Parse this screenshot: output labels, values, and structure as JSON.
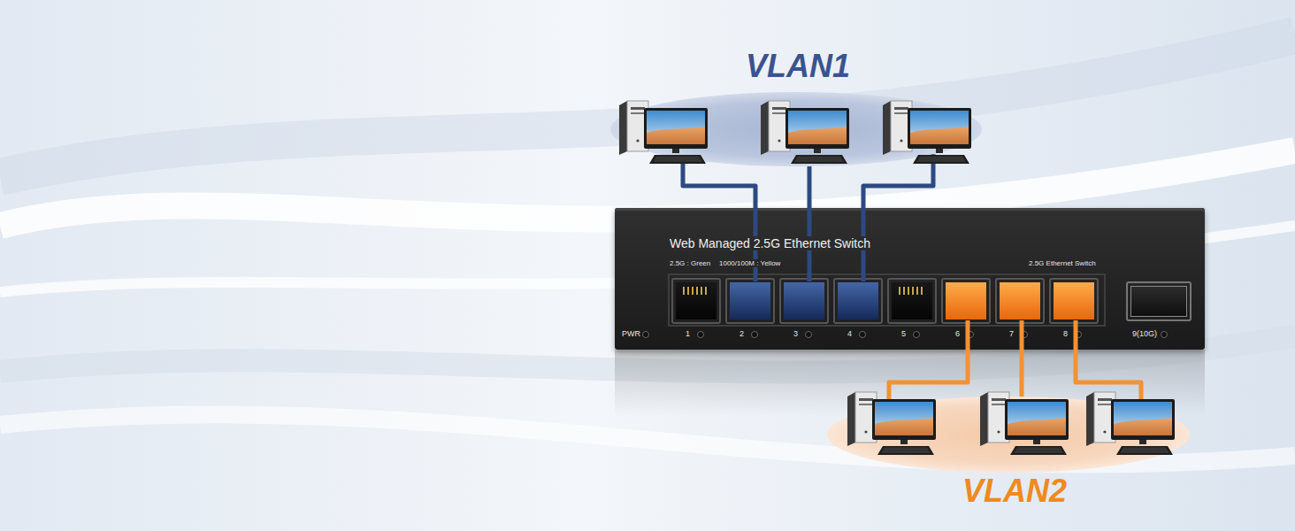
{
  "diagram": {
    "nodes": [
      {
        "text": [
          "VLAN1"
        ]
      },
      {
        "text": [
          "Web Managed 2.5G Ethernet Switch",
          "2.5G : Green",
          "1000/100M : Yellow",
          "2.5G Ethernet Switch"
        ]
      },
      {
        "text": [
          "1"
        ],
        "in": 1
      },
      {
        "text": [
          "2"
        ],
        "in": 1
      },
      {
        "text": [
          "3"
        ],
        "in": 1
      },
      {
        "text": [
          "4"
        ],
        "in": 1
      },
      {
        "text": [
          "5"
        ],
        "in": 1
      },
      {
        "text": [
          "6"
        ],
        "in": 1
      },
      {
        "text": [
          "7"
        ],
        "in": 1
      },
      {
        "text": [
          "8"
        ],
        "in": 1
      },
      {
        "text": [
          "9(10G)"
        ],
        "in": 1
      },
      {
        "text": [
          "VLAN2"
        ]
      }
    ],
    "edges": [
      {
        "from": 0,
        "to": 3,
        "arrow": "none"
      },
      {
        "from": 0,
        "to": 4,
        "arrow": "none"
      },
      {
        "from": 0,
        "to": 5,
        "arrow": "none"
      },
      {
        "from": 7,
        "to": 11,
        "arrow": "none"
      },
      {
        "from": 8,
        "to": 11,
        "arrow": "none"
      },
      {
        "from": 9,
        "to": 11,
        "arrow": "none"
      }
    ],
    "labels": [
      "PWR"
    ]
  }
}
